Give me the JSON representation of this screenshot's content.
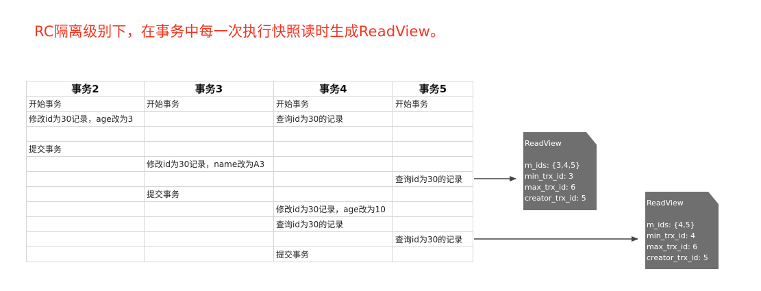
{
  "title": "RC隔离级别下，在事务中每一次执行快照读时生成ReadView。",
  "table": {
    "headers": [
      "事务2",
      "事务3",
      "事务4",
      "事务5"
    ],
    "rows": [
      [
        "开始事务",
        "开始事务",
        "开始事务",
        "开始事务"
      ],
      [
        "修改id为30记录，age改为3",
        "",
        "查询id为30的记录",
        ""
      ],
      [
        "",
        "",
        "",
        ""
      ],
      [
        "提交事务",
        "",
        "",
        ""
      ],
      [
        "",
        "修改id为30记录，name改为A3",
        "",
        ""
      ],
      [
        "",
        "",
        "",
        "查询id为30的记录"
      ],
      [
        "",
        "提交事务",
        "",
        ""
      ],
      [
        "",
        "",
        "修改id为30记录，age改为10",
        ""
      ],
      [
        "",
        "",
        "查询id为30的记录",
        ""
      ],
      [
        "",
        "",
        "",
        "查询id为30的记录"
      ],
      [
        "",
        "",
        "提交事务",
        ""
      ]
    ]
  },
  "readviews": [
    {
      "title": "ReadView",
      "lines": [
        "m_ids: {3,4,5}",
        "min_trx_id: 3",
        "max_trx_id: 6",
        "creator_trx_id: 5"
      ]
    },
    {
      "title": "ReadView",
      "lines": [
        "m_ids: {4,5}",
        "min_trx_id: 4",
        "max_trx_id: 6",
        "creator_trx_id: 5"
      ]
    }
  ],
  "colors": {
    "title": "#f5331e",
    "note_bg": "#6f6f6f",
    "grid": "#d6d6d6",
    "arrow": "#444444"
  }
}
